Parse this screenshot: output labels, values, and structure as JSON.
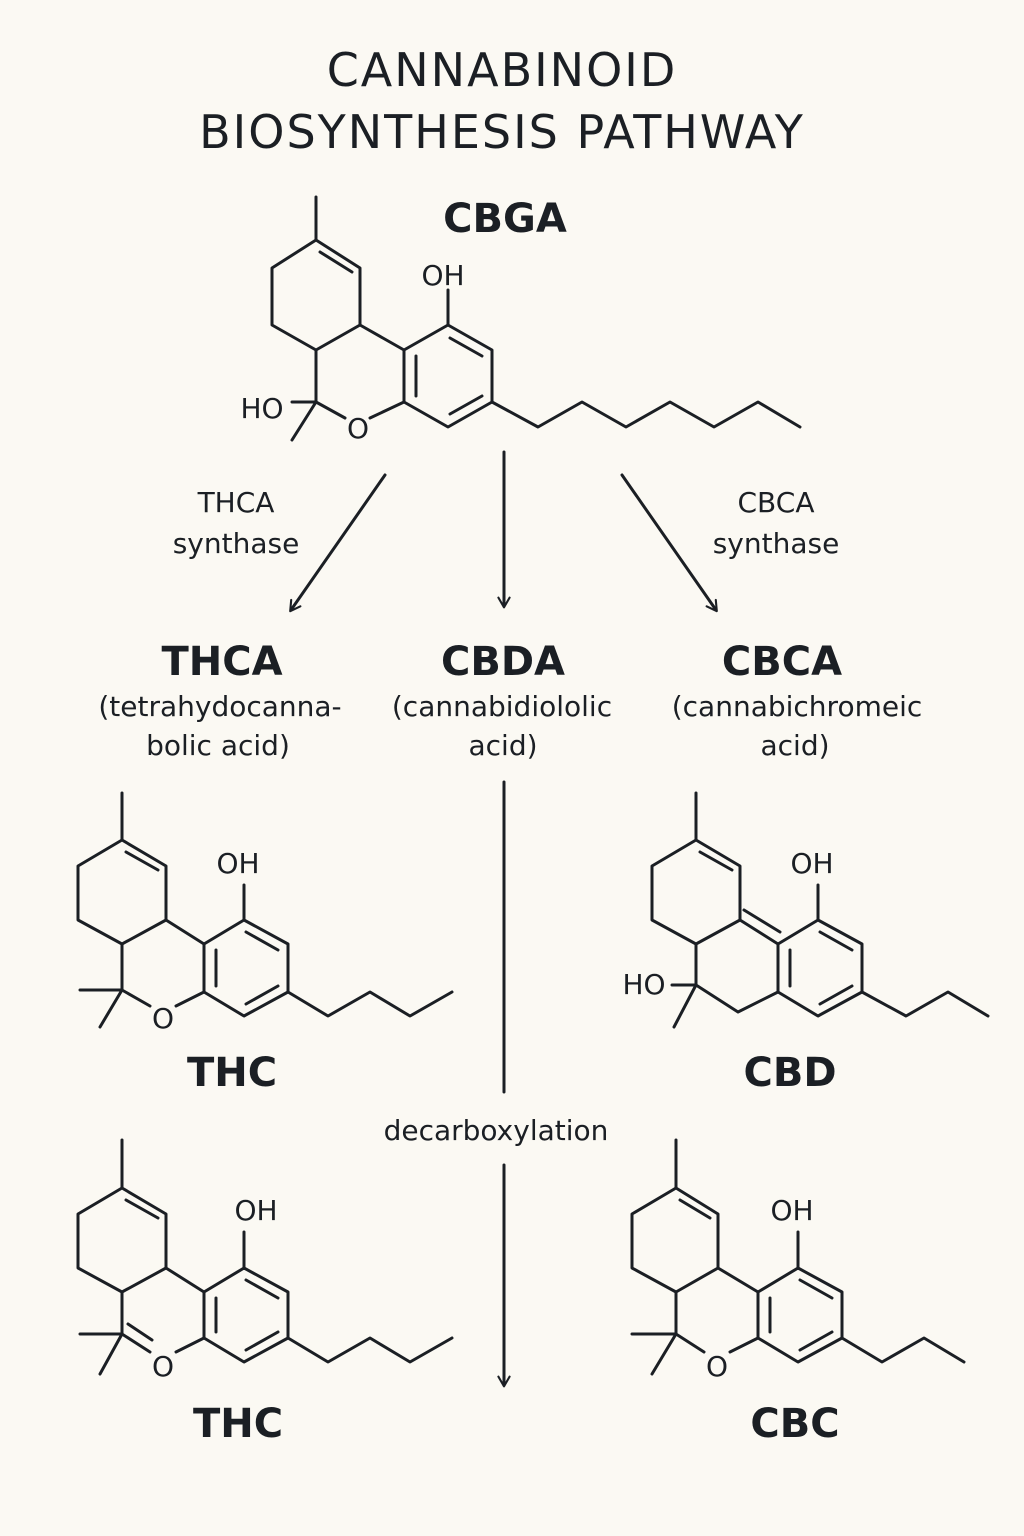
{
  "title": {
    "line1": "CANNABINOID",
    "line2": "BIOSYNTHESIS PATHWAY"
  },
  "top_compound": {
    "name": "CBGA",
    "atoms": {
      "oh": "OH",
      "ho": "HO",
      "o": "O"
    }
  },
  "enzymes": {
    "left": {
      "line1": "THCA",
      "line2": "synthase"
    },
    "right": {
      "line1": "CBCA",
      "line2": "synthase"
    }
  },
  "acids": {
    "thca": {
      "name": "THCA",
      "line1": "(tetrahydocanna-",
      "line2": "bolic acid)"
    },
    "cbda": {
      "name": "CBDA",
      "line1": "(cannabidiololic",
      "line2": "acid)"
    },
    "cbca": {
      "name": "CBCA",
      "line1": "(cannabichromeic",
      "line2": "acid)"
    }
  },
  "process": {
    "label": "decarboxylation"
  },
  "products": {
    "mid_left": {
      "name": "THC",
      "atoms": {
        "oh": "OH",
        "o": "O"
      }
    },
    "mid_right": {
      "name": "CBD",
      "atoms": {
        "oh": "OH",
        "ho": "HO"
      }
    },
    "bottom_left": {
      "name": "THC",
      "atoms": {
        "oh": "OH",
        "o": "O"
      }
    },
    "bottom_right": {
      "name": "CBC",
      "atoms": {
        "oh": "OH",
        "o": "O"
      }
    }
  },
  "colors": {
    "background": "#fbf9f3",
    "ink": "#1b1f24"
  }
}
